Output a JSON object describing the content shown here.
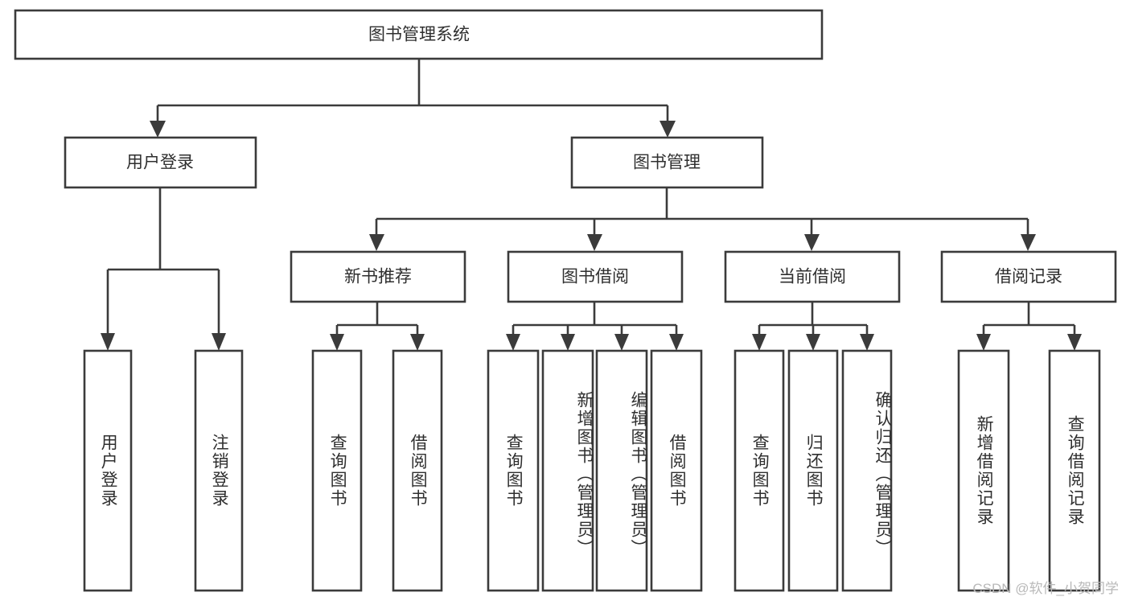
{
  "diagram": {
    "type": "tree-hierarchy",
    "title": "图书管理系统",
    "root": {
      "id": "root",
      "label": "图书管理系统"
    },
    "level2": [
      {
        "id": "user-login",
        "label": "用户登录"
      },
      {
        "id": "book-manage",
        "label": "图书管理"
      }
    ],
    "level3": [
      {
        "id": "new-book-recommend",
        "label": "新书推荐",
        "parent": "book-manage"
      },
      {
        "id": "book-borrow",
        "label": "图书借阅",
        "parent": "book-manage"
      },
      {
        "id": "current-borrow",
        "label": "当前借阅",
        "parent": "book-manage"
      },
      {
        "id": "borrow-record",
        "label": "借阅记录",
        "parent": "book-manage"
      }
    ],
    "leaves": [
      {
        "id": "leaf-user-login",
        "label": "用户登录",
        "parent": "user-login"
      },
      {
        "id": "leaf-user-logout",
        "label": "注销登录",
        "parent": "user-login"
      },
      {
        "id": "leaf-query-book-1",
        "label": "查询图书",
        "parent": "new-book-recommend"
      },
      {
        "id": "leaf-borrow-book-1",
        "label": "借阅图书",
        "parent": "new-book-recommend"
      },
      {
        "id": "leaf-query-book-2",
        "label": "查询图书",
        "parent": "book-borrow"
      },
      {
        "id": "leaf-add-book",
        "label": "新增图书（管理员）",
        "parent": "book-borrow"
      },
      {
        "id": "leaf-edit-book",
        "label": "编辑图书（管理员）",
        "parent": "book-borrow"
      },
      {
        "id": "leaf-borrow-book-2",
        "label": "借阅图书",
        "parent": "book-borrow"
      },
      {
        "id": "leaf-query-book-3",
        "label": "查询图书",
        "parent": "current-borrow"
      },
      {
        "id": "leaf-return-book",
        "label": "归还图书",
        "parent": "current-borrow"
      },
      {
        "id": "leaf-confirm-return",
        "label": "确认归还（管理员）",
        "parent": "current-borrow"
      },
      {
        "id": "leaf-add-record",
        "label": "新增借阅记录",
        "parent": "borrow-record"
      },
      {
        "id": "leaf-query-record",
        "label": "查询借阅记录",
        "parent": "borrow-record"
      }
    ],
    "colors": {
      "box_stroke": "#3b3b3b",
      "box_fill": "#ffffff",
      "text": "#2f2f2f",
      "connector": "#3b3b3b",
      "watermark": "#b9b9b9",
      "background": "#ffffff"
    }
  },
  "watermark": {
    "text": "CSDN @软件_小贺同学"
  }
}
